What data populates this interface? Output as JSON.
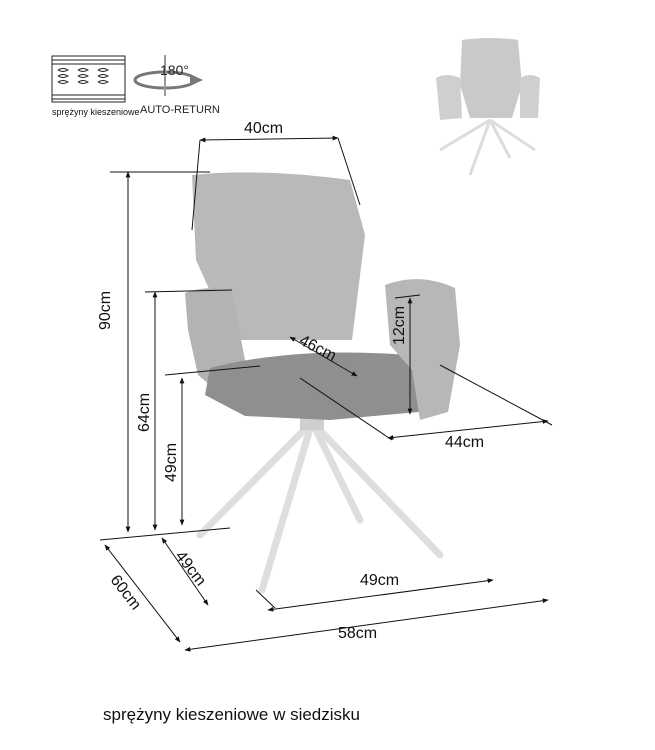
{
  "features": {
    "springs_label": "sprężyny kieszeniowe",
    "rotation_value": "180°",
    "rotation_label": "AUTO-RETURN"
  },
  "dimensions": {
    "seat_back_width": "40cm",
    "total_height": "90cm",
    "armrest_height": "64cm",
    "seat_height": "49cm",
    "seat_depth": "46cm",
    "armrest_above_seat": "12cm",
    "seat_width": "44cm",
    "base_depth": "49cm",
    "base_width": "49cm",
    "overall_depth": "60cm",
    "overall_width": "58cm"
  },
  "caption": "sprężyny kieszeniowe w siedzisku",
  "colors": {
    "upholstery_light": "#b9b9b9",
    "upholstery_seat": "#8f8f8f",
    "legs": "#e2e2e2",
    "lines": "#111111"
  }
}
